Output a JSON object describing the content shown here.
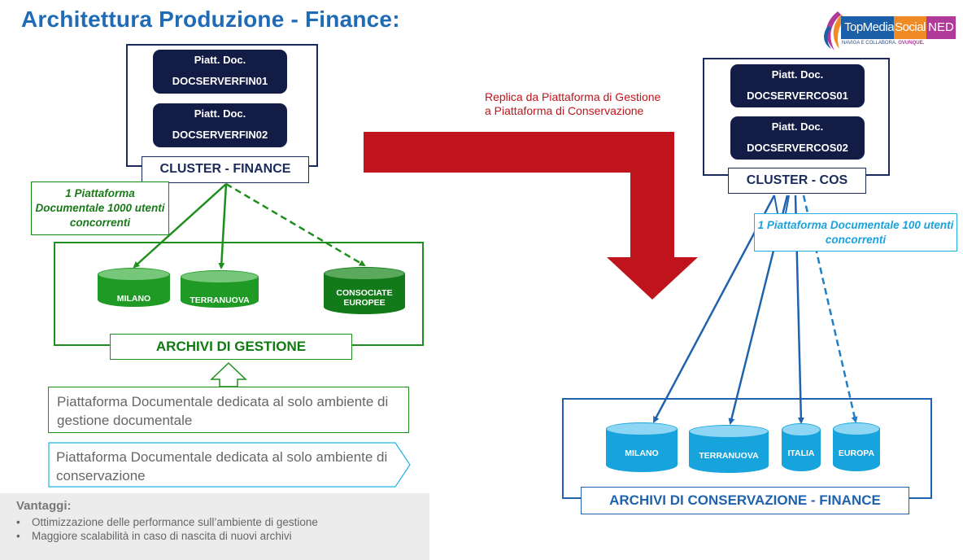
{
  "title": "Architettura Produzione - Finance:",
  "logo": {
    "brand_1": "TopMedia",
    "brand_2": "Social",
    "brand_3": "NED",
    "tagline": "NAVIGA E COLLABORA.",
    "tagline_accent": "OVUNQUE.",
    "colors": {
      "blue": "#1b5fa8",
      "orange": "#f08a24",
      "purple": "#b03a9a"
    }
  },
  "cluster_finance": {
    "servers": [
      {
        "line1": "Piatt. Doc.",
        "line2": "DOCSERVERFIN01"
      },
      {
        "line1": "Piatt. Doc.",
        "line2": "DOCSERVERFIN02"
      }
    ],
    "label": "CLUSTER - FINANCE"
  },
  "cluster_cos": {
    "servers": [
      {
        "line1": "Piatt. Doc.",
        "line2": "DOCSERVERCOS01"
      },
      {
        "line1": "Piatt. Doc.",
        "line2": "DOCSERVERCOS02"
      }
    ],
    "label": "CLUSTER - COS"
  },
  "finance_note": "1 Piattaforma Documentale 1000 utenti concorrenti",
  "cos_note": "1 Piattaforma Documentale 100 utenti concorrenti",
  "archivi_gestione": {
    "label": "ARCHIVI DI GESTIONE",
    "db": [
      "MILANO",
      "TERRANUOVA",
      "CONSOCIATE EUROPEE"
    ]
  },
  "archivi_conservazione": {
    "label": "ARCHIVI DI CONSERVAZIONE - FINANCE",
    "db": [
      "MILANO",
      "TERRANUOVA",
      "ITALIA",
      "EUROPA"
    ]
  },
  "replica": {
    "line1": "Replica da Piattaforma di Gestione",
    "line2": "a Piattaforma di Conservazione"
  },
  "legend": {
    "gestione": "Piattaforma Documentale dedicata al solo ambiente di gestione documentale",
    "conservazione": "Piattaforma Documentale dedicata al solo ambiente di conservazione"
  },
  "vantaggi": {
    "title": "Vantaggi:",
    "items": [
      "Ottimizzazione delle performance sull’ambiente di gestione",
      "Maggiore scalabilità in caso di nascita di nuovi archivi"
    ]
  },
  "colors": {
    "title": "#1f6bb5",
    "navy": "#131c45",
    "green": "#1e8f1e",
    "blue": "#1f62ad",
    "cyan": "#17a3dc",
    "red_arrow": "#c0141c"
  }
}
